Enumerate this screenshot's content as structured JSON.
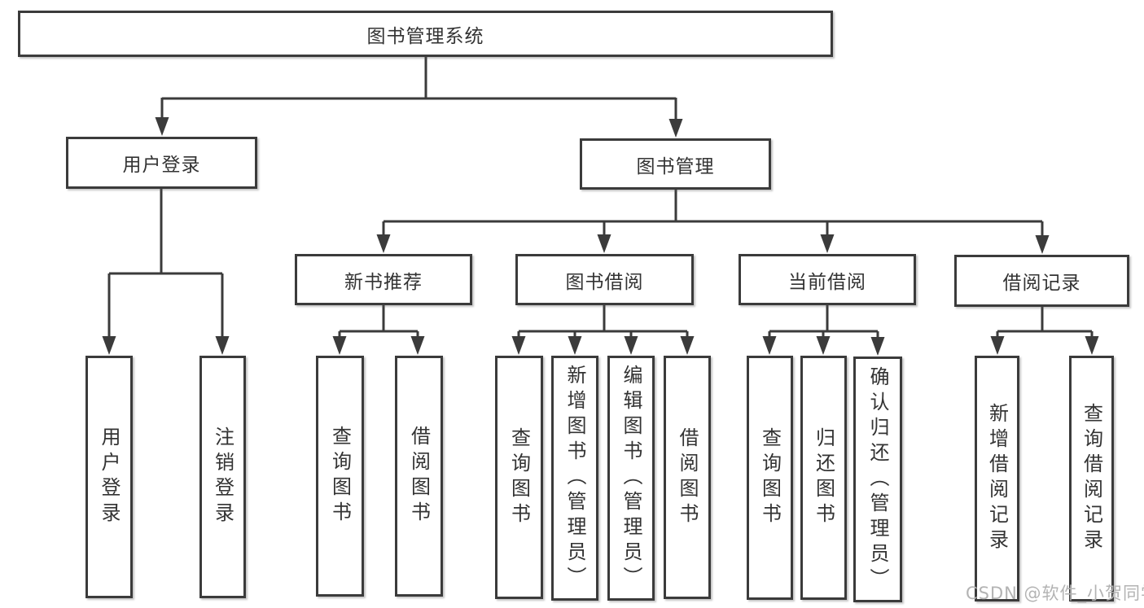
{
  "diagram": {
    "root": {
      "label": "图书管理系统"
    },
    "login": {
      "label": "用户登录",
      "children": [
        {
          "label": "用户登录"
        },
        {
          "label": "注销登录"
        }
      ]
    },
    "mgmt": {
      "label": "图书管理",
      "groups": [
        {
          "label": "新书推荐",
          "children": [
            {
              "label": "查询图书"
            },
            {
              "label": "借阅图书"
            }
          ]
        },
        {
          "label": "图书借阅",
          "children": [
            {
              "label": "查询图书"
            },
            {
              "label": "新增图书（管理员）"
            },
            {
              "label": "编辑图书（管理员）"
            },
            {
              "label": "借阅图书"
            }
          ]
        },
        {
          "label": "当前借阅",
          "children": [
            {
              "label": "查询图书"
            },
            {
              "label": "归还图书"
            },
            {
              "label": "确认归还（管理员）"
            }
          ]
        },
        {
          "label": "借阅记录",
          "children": [
            {
              "label": "新增借阅记录"
            },
            {
              "label": "查询借阅记录"
            }
          ]
        }
      ]
    }
  },
  "watermark": {
    "text": "CSDN @软件_小贺同学"
  },
  "colors": {
    "line": "#3b3b3b",
    "text": "#333333",
    "watermark": "#b3b3b3",
    "background": "#ffffff"
  }
}
